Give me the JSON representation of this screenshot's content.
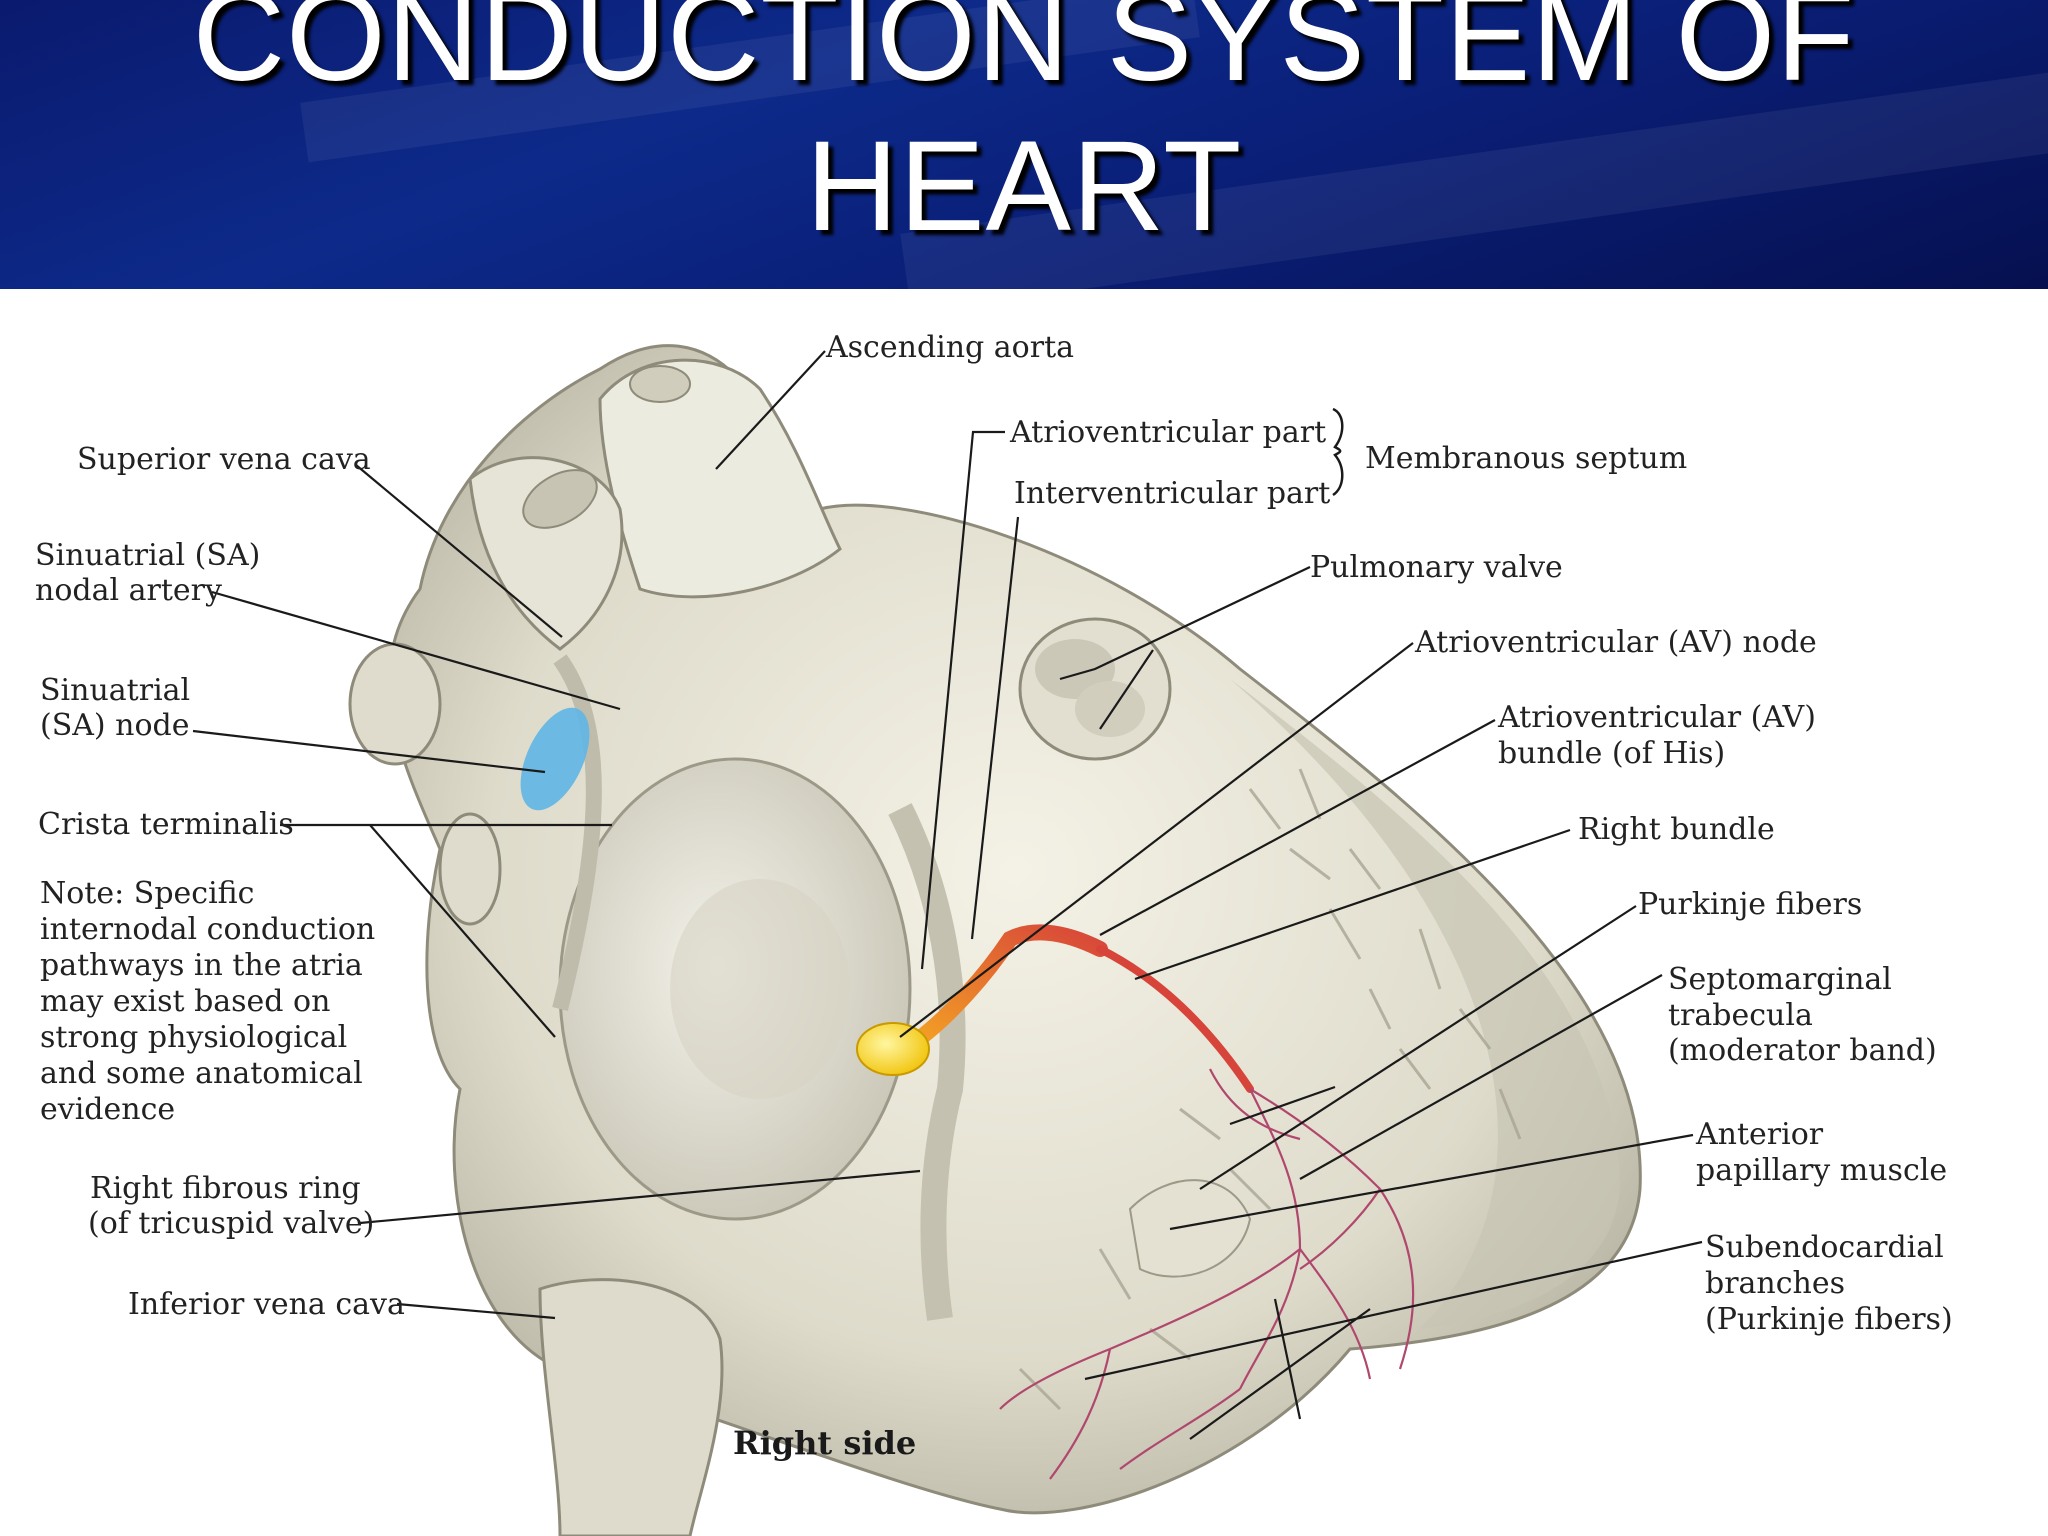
{
  "slide": {
    "title_line1": "CONDUCTION SYSTEM OF",
    "title_line2": "HEART"
  },
  "colors": {
    "header_bg": "#0a1f78",
    "title_text": "#ffffff",
    "sa_node": "#5fb6e6",
    "av_node": "#f7d21e",
    "bundle": "#d7453a",
    "purkinje": "#b0486e"
  },
  "labels": {
    "ascending_aorta": "Ascending aorta",
    "superior_vena_cava": "Superior vena cava",
    "sa_nodal_artery_1": "Sinuatrial (SA)",
    "sa_nodal_artery_2": "nodal artery",
    "sa_node_1": "Sinuatrial",
    "sa_node_2": "(SA) node",
    "crista_terminalis": "Crista terminalis",
    "note_1": "Note: Specific",
    "note_2": "internodal conduction",
    "note_3": "pathways in the atria",
    "note_4": "may exist based on",
    "note_5": "strong physiological",
    "note_6": "and some anatomical",
    "note_7": "evidence",
    "right_fibrous_ring_1": "Right fibrous ring",
    "right_fibrous_ring_2": "(of tricuspid valve)",
    "inferior_vena_cava": "Inferior vena cava",
    "atrioventricular_part": "Atrioventricular part",
    "interventricular_part": "Interventricular part",
    "membranous_septum": "Membranous septum",
    "pulmonary_valve": "Pulmonary valve",
    "av_node": "Atrioventricular (AV) node",
    "av_bundle_1": "Atrioventricular (AV)",
    "av_bundle_2": "bundle (of His)",
    "right_bundle": "Right bundle",
    "purkinje_fibers": "Purkinje fibers",
    "septomarginal_1": "Septomarginal",
    "septomarginal_2": "trabecula",
    "septomarginal_3": "(moderator band)",
    "anterior_papillary_1": "Anterior",
    "anterior_papillary_2": "papillary muscle",
    "subendocardial_1": "Subendocardial",
    "subendocardial_2": "branches",
    "subendocardial_3": "(Purkinje fibers)",
    "right_side": "Right side"
  }
}
